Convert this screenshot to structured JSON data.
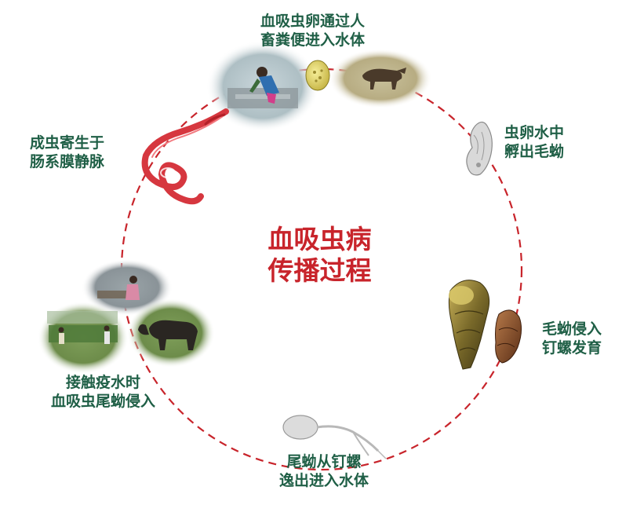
{
  "title": {
    "line1": "血吸虫病",
    "line2": "传播过程"
  },
  "stages": {
    "eggs_in_water": {
      "line1": "血吸虫卵通过人",
      "line2": "畜粪便进入水体"
    },
    "miracidium_hatch": {
      "line1": "虫卵水中",
      "line2": "孵出毛蚴"
    },
    "snail_infection": {
      "line1": "毛蚴侵入",
      "line2": "钉螺发育"
    },
    "cercaria_release": {
      "line1": "尾蚴从钉螺",
      "line2": "逸出进入水体"
    },
    "human_infection": {
      "line1": "接触疫水时",
      "line2": "血吸虫尾蚴侵入"
    },
    "adult_worm": {
      "line1": "成虫寄生于",
      "line2": "肠系膜静脉"
    }
  },
  "colors": {
    "label_text": "#1f5f46",
    "title_text": "#c8242b",
    "cycle_dash": "#c8242b",
    "worm": "#d6373f"
  },
  "icons": [
    "person-washing-image",
    "egg-icon",
    "buffalo-image",
    "miracidium-icon",
    "snail-icon",
    "cercaria-icon",
    "worm-icon"
  ]
}
